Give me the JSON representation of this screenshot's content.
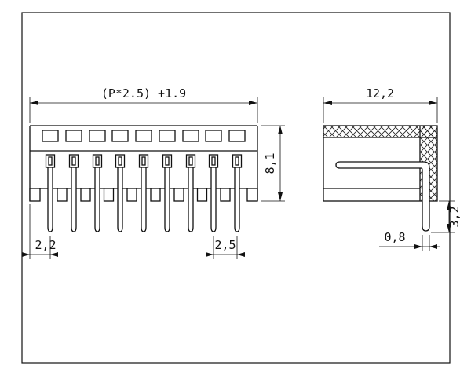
{
  "drawing": {
    "type": "connector-technical-drawing",
    "dims": {
      "front_width": "(P*2.5) +1.9",
      "side_width": "12,2",
      "height": "8,1",
      "edge_to_pin": "2,2",
      "pitch": "2,5",
      "pin_width": "0,8",
      "pin_protrusion": "3,2"
    }
  }
}
